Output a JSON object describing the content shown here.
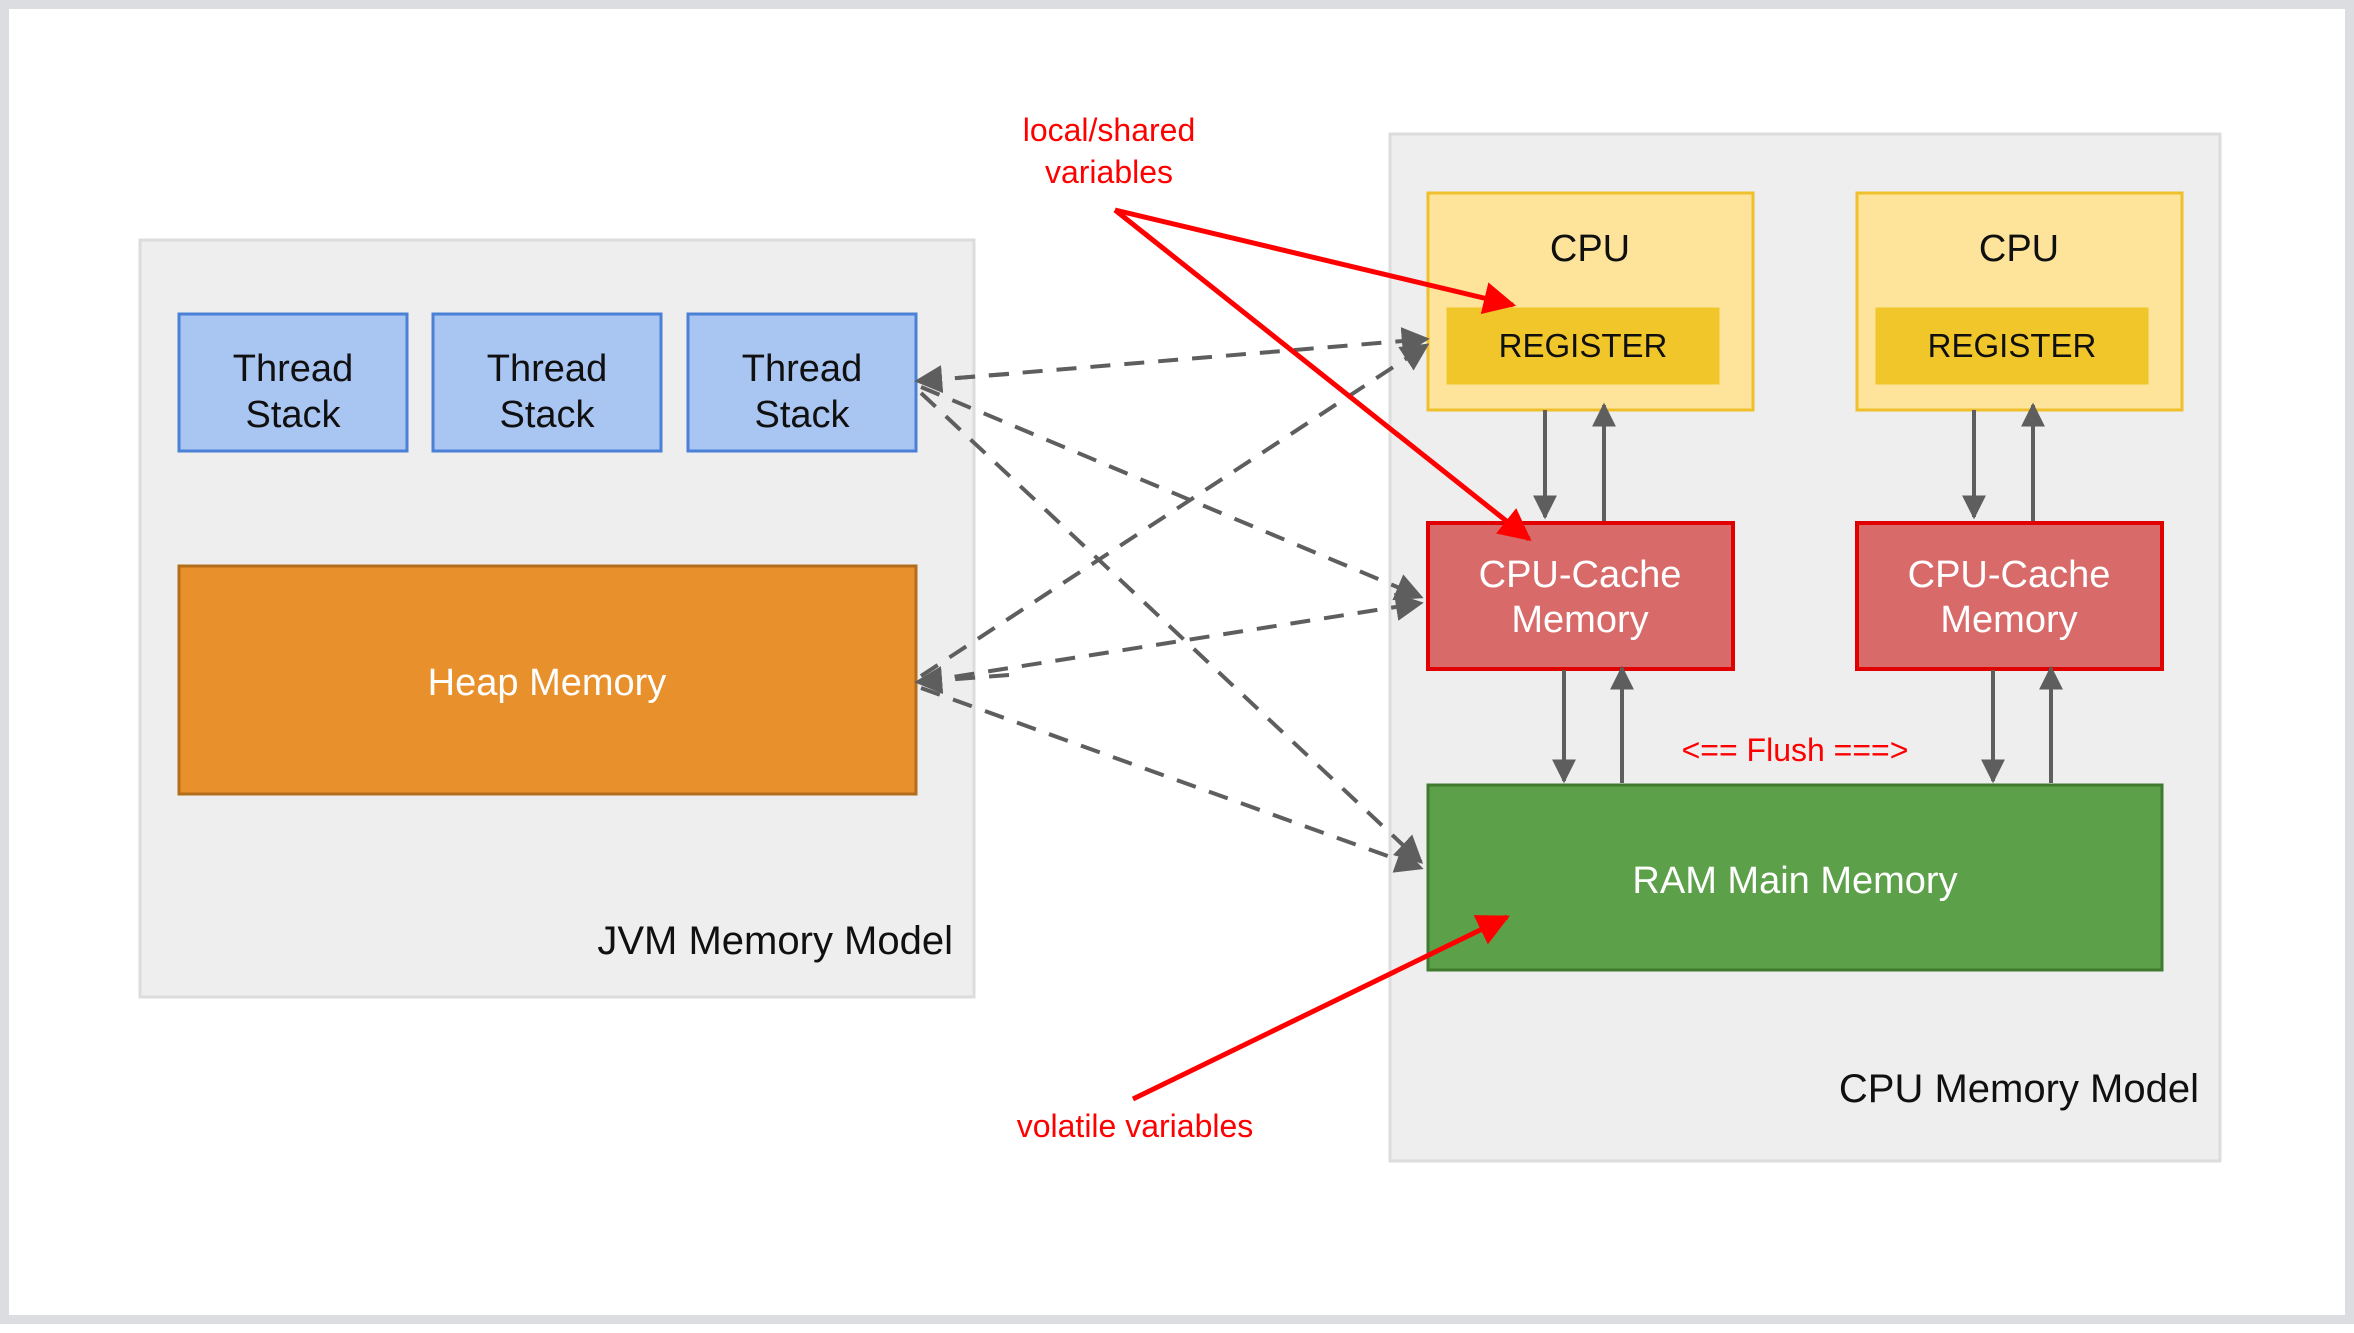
{
  "diagram": {
    "title_hidden": "",
    "panels": [
      {
        "id": "jvm",
        "label": "JVM Memory Model",
        "fill": "#eeeeee",
        "stroke": "#dcdcdc"
      },
      {
        "id": "cpu",
        "label": "CPU Memory Model",
        "fill": "#eeeeee",
        "stroke": "#dcdcdc"
      }
    ],
    "jvm": {
      "label": "JVM Memory Model",
      "thread_stacks": [
        {
          "line1": "Thread",
          "line2": "Stack"
        },
        {
          "line1": "Thread",
          "line2": "Stack"
        },
        {
          "line1": "Thread",
          "line2": "Stack"
        }
      ],
      "heap": {
        "label": "Heap Memory",
        "fill": "#e8912c",
        "stroke": "#b36d1b",
        "text_color": "#ffffff"
      },
      "thread_stack_style": {
        "fill": "#a9c5f2",
        "stroke": "#4a80d6",
        "text_color": "#101010"
      }
    },
    "cpu": {
      "label": "CPU Memory Model",
      "cores": [
        {
          "cpu_label": "CPU",
          "register_label": "REGISTER",
          "cache_line1": "CPU-Cache",
          "cache_line2": "Memory"
        },
        {
          "cpu_label": "CPU",
          "register_label": "REGISTER",
          "cache_line1": "CPU-Cache",
          "cache_line2": "Memory"
        }
      ],
      "ram": {
        "label": "RAM Main Memory",
        "fill": "#5da04a",
        "stroke": "#3f7a2e",
        "text_color": "#ffffff"
      },
      "cpu_style": {
        "fill": "#fde49a",
        "stroke": "#efc02c",
        "text_color": "#101010"
      },
      "register_style": {
        "fill": "#f0c62a",
        "stroke": "#f0c62a",
        "text_color": "#101010"
      },
      "cache_style": {
        "fill": "#d96a6a",
        "stroke": "#e00000",
        "text_color": "#ffffff"
      },
      "flush_label": "<== Flush ===>"
    },
    "annotations": [
      {
        "id": "local-shared",
        "line1": "local/shared",
        "line2": "variables",
        "color": "#ff0000"
      },
      {
        "id": "volatile",
        "line1": "volatile variables",
        "line2": "",
        "color": "#ff0000"
      }
    ],
    "colors": {
      "dashed_connector": "#5e5e5e",
      "solid_connector": "#5e5e5e",
      "annotation": "#ff0000",
      "panel_bg": "#eeeeee",
      "page_bg": "#ffffff",
      "frame": "#dcdde0"
    }
  }
}
